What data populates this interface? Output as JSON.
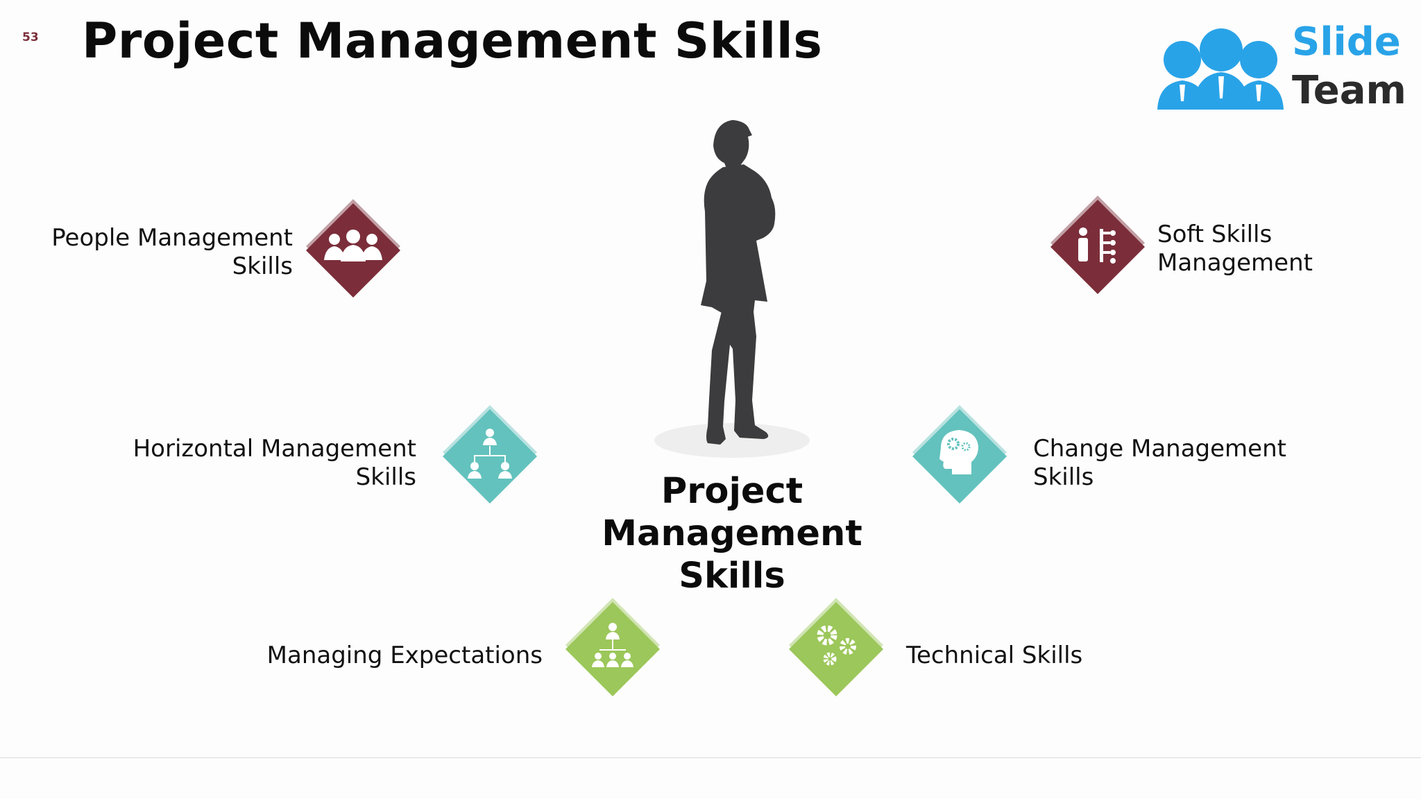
{
  "slide": {
    "page_number": "53",
    "title": "Project Management Skills",
    "center_label": "Project\nManagement\nSkills"
  },
  "logo": {
    "word_1": "Slide",
    "word_2": "Team",
    "color_1": "#29a3e8",
    "color_2": "#2b2b2b"
  },
  "colors": {
    "maroon": "#7b2e3a",
    "teal": "#63c2bd",
    "green": "#9cc75a",
    "figure": "#3c3c3e"
  },
  "skills": [
    {
      "label": "People Management\nSkills",
      "icon": "people-group-icon",
      "color": "maroon"
    },
    {
      "label": "Soft Skills\nManagement",
      "icon": "soft-skills-icon",
      "color": "maroon"
    },
    {
      "label": "Horizontal Management\nSkills",
      "icon": "org-chart-icon",
      "color": "teal"
    },
    {
      "label": "Change Management\nSkills",
      "icon": "brain-gears-icon",
      "color": "teal"
    },
    {
      "label": "Managing Expectations",
      "icon": "team-hierarchy-icon",
      "color": "green"
    },
    {
      "label": "Technical Skills",
      "icon": "gears-icon",
      "color": "green"
    }
  ]
}
